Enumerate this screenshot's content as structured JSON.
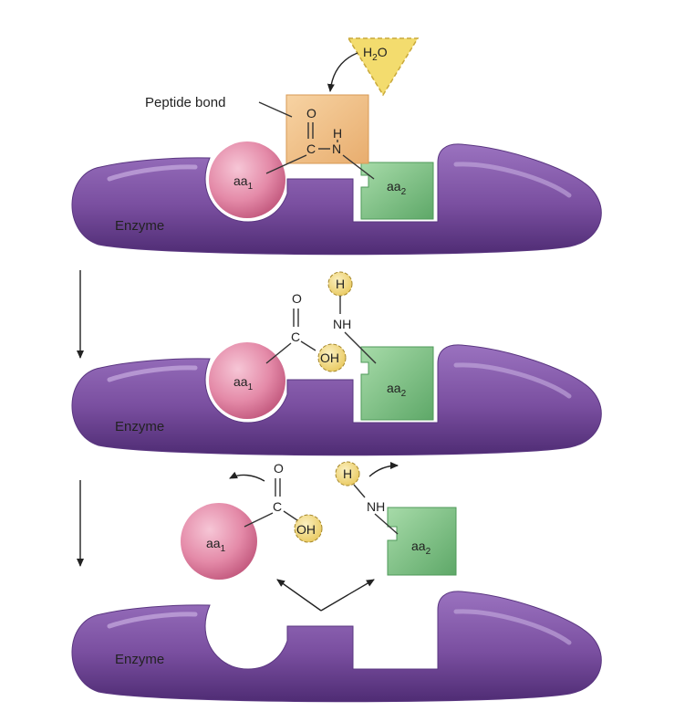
{
  "labels": {
    "peptide_bond": "Peptide bond",
    "enzyme": "Enzyme",
    "aa": "aa",
    "aa1_sub": "1",
    "aa2_sub": "2",
    "water_h": "H",
    "water_sub": "2",
    "water_o": "O",
    "oxygen": "O",
    "carbon": "C",
    "nitrogen": "N",
    "hydrogen": "H",
    "nh": "NH",
    "oh": "OH"
  },
  "colors": {
    "enzyme": "#7a4fa0",
    "enzyme_dark": "#4f2c74",
    "amino_acid_1": "#e48aa8",
    "amino_acid_2": "#6fb878",
    "peptide_bond_box": "#f0c08a",
    "water_triangle": "#f3dc6e",
    "atom_circle": "#f5df8c"
  }
}
